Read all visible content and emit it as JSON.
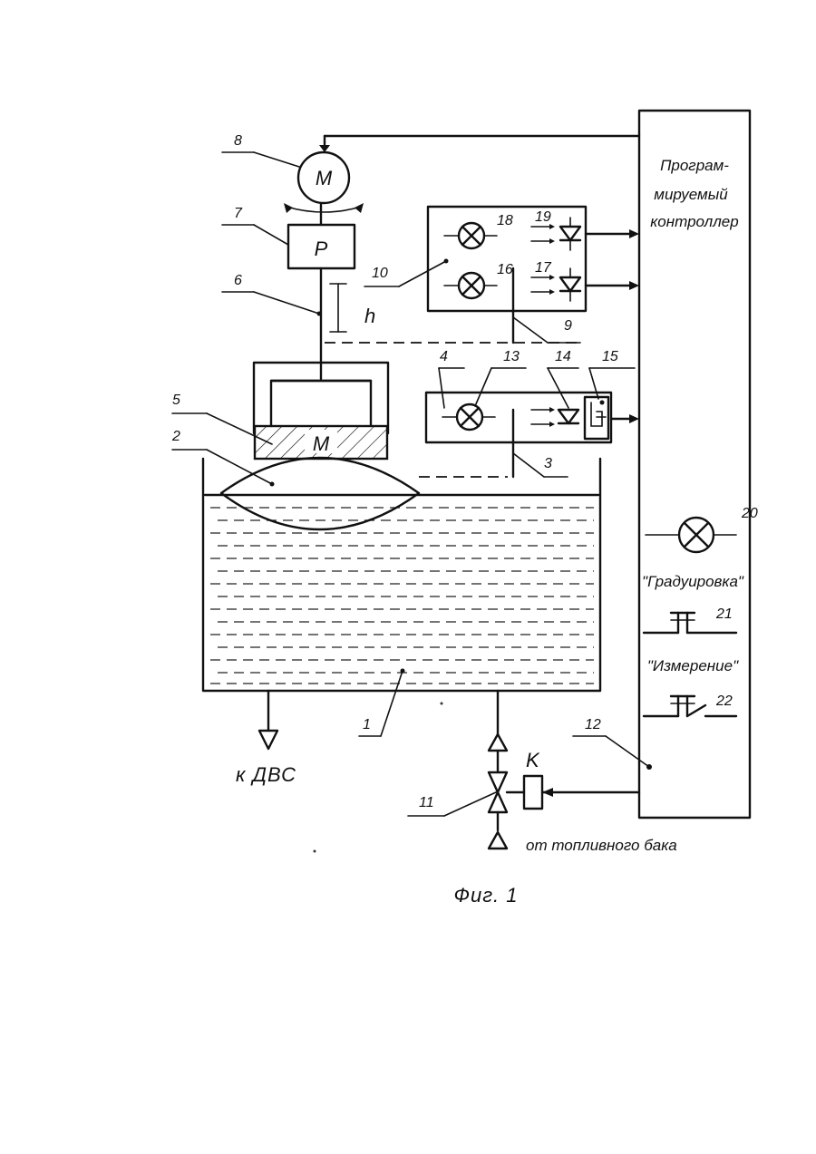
{
  "callouts": {
    "n1": "1",
    "n2": "2",
    "n3": "3",
    "n4": "4",
    "n5": "5",
    "n6": "6",
    "n7": "7",
    "n8": "8",
    "n9": "9",
    "n10": "10",
    "n11": "11",
    "n12": "12",
    "n13": "13",
    "n14": "14",
    "n15": "15",
    "n16": "16",
    "n17": "17",
    "n18": "18",
    "n19": "19",
    "n20": "20",
    "n21": "21",
    "n22": "22"
  },
  "blocks": {
    "motor": "M",
    "reducer": "P",
    "mass": "M",
    "height": "h",
    "valve_coil": "K"
  },
  "controller": {
    "line1": "Програм-",
    "line2": "мируемый",
    "line3": "контроллер",
    "calibration": "\"Градуировка\"",
    "measurement": "\"Измерение\""
  },
  "flows": {
    "to_engine": "к ДВС",
    "from_tank": "от топливного бака"
  },
  "caption": "Фиг. 1"
}
